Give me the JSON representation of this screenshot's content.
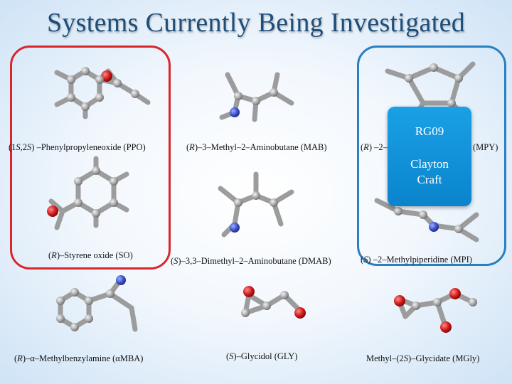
{
  "title": "Systems Currently Being Investigated",
  "molecules": {
    "ppo": {
      "prefix_open": "(1",
      "s1": "S",
      "mid": ",2",
      "s2": "S",
      "rest": ") –Phenylpropyleneoxide (PPO)"
    },
    "mab": {
      "prefix_open": "(",
      "s1": "R",
      "rest": ")–3–Methyl–2–Aminobutane (MAB)"
    },
    "mpy_left": {
      "prefix_open": "(",
      "s1": "R",
      "rest": ") –2–"
    },
    "mpy_right": "(MPY)",
    "so": {
      "prefix_open": "(",
      "s1": "R",
      "rest": ")–Styrene oxide (SO)"
    },
    "dmab": {
      "prefix_open": "(",
      "s1": "S",
      "rest": ")–3,3–Dimethyl–2–Aminobutane (DMAB)"
    },
    "mpi": {
      "prefix_open": "(",
      "s1": "S",
      "rest": ") –2–Methylpiperidine (MPI)"
    },
    "amba": {
      "prefix_open": "(",
      "s1": "R",
      "rest": ")–α–Methylbenzylamine (αMBA)"
    },
    "gly": {
      "prefix_open": "(",
      "s1": "S",
      "rest": ")–Glycidol (GLY)"
    },
    "mgly": {
      "prefix_open": "Methyl–(2",
      "s1": "S",
      "rest": ")–Glycidate (MGly)"
    }
  },
  "badge": {
    "line1": "RG09",
    "line2": "Clayton",
    "line3": "Craft"
  },
  "colors": {
    "title": "#1f4e79",
    "frame_red": "#d9262b",
    "frame_blue": "#2a7fc1",
    "badge": "#0a84cc",
    "carbon": "#9a9a9a",
    "oxygen": "#d01818",
    "nitrogen": "#3b4fc8"
  }
}
